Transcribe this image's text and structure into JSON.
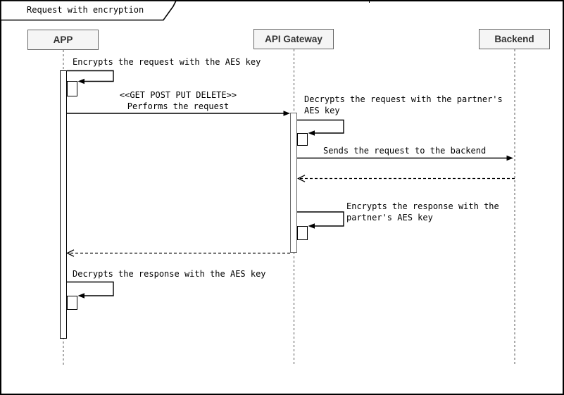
{
  "diagram": {
    "kind": "uml-sequence-diagram",
    "title": "Request with encryption"
  },
  "participants": [
    {
      "id": "app",
      "label": "APP"
    },
    {
      "id": "gateway",
      "label": "API Gateway"
    },
    {
      "id": "backend",
      "label": "Backend"
    }
  ],
  "messages": [
    {
      "from": "app",
      "to": "app",
      "style": "self-call",
      "label": "Encrypts the request with the AES key"
    },
    {
      "from": "app",
      "to": "gateway",
      "style": "solid-sync",
      "label": "<<GET POST PUT DELETE>>\nPerforms the request"
    },
    {
      "from": "gateway",
      "to": "gateway",
      "style": "self-call",
      "label": "Decrypts the request with the partner's\nAES key"
    },
    {
      "from": "gateway",
      "to": "backend",
      "style": "solid-sync",
      "label": "Sends the request to the backend"
    },
    {
      "from": "backend",
      "to": "gateway",
      "style": "dashed-return",
      "label": ""
    },
    {
      "from": "gateway",
      "to": "gateway",
      "style": "self-call",
      "label": "Encrypts the response with the\npartner's AES key"
    },
    {
      "from": "gateway",
      "to": "app",
      "style": "dashed-return",
      "label": ""
    },
    {
      "from": "app",
      "to": "app",
      "style": "self-call",
      "label": "Decrypts the response with the AES key"
    }
  ],
  "colors": {
    "participant_fill": "#f5f5f5",
    "participant_stroke": "#666666",
    "participant_text": "#333333",
    "lifeline": "#757575",
    "message_line": "#000000",
    "frame_border": "#000000",
    "background": "#ffffff"
  }
}
